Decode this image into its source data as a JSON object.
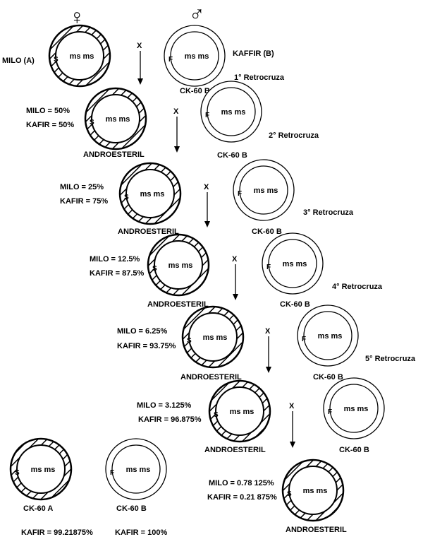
{
  "symbols": {
    "female": "♀",
    "male": "♂"
  },
  "cross": "X",
  "genotype": "ms ms",
  "cytoplasm": {
    "sterile": "S",
    "fertile": "F"
  },
  "parents": {
    "a_label": "MILO (A)",
    "b_label": "KAFFIR (B)",
    "b_name": "CK-60  B"
  },
  "labels": {
    "androsterile": "ANDROESTERIL",
    "ck60b": "CK-60  B"
  },
  "generations": [
    {
      "backcross": "1° Retrocruza",
      "milo": "MILO = 50%",
      "kafir": "KAFIR = 50%"
    },
    {
      "backcross": "2° Retrocruza",
      "milo": "MILO = 25%",
      "kafir": "KAFIR = 75%"
    },
    {
      "backcross": "3° Retrocruza",
      "milo": "MILO = 12.5%",
      "kafir": "KAFIR = 87.5%"
    },
    {
      "backcross": "4° Retrocruza",
      "milo": "MILO = 6.25%",
      "kafir": "KAFIR = 93.75%"
    },
    {
      "backcross": "5° Retrocruza",
      "milo": "MILO = 3.125%",
      "kafir": "KAFIR = 96.875%"
    },
    {
      "backcross": "",
      "milo": "MILO = 0.78 125%",
      "kafir": "KAFIR = 0.21 875%"
    }
  ],
  "final": {
    "a_name": "CK-60  A",
    "b_name": "CK-60  B",
    "a_kafir": "KAFIR = 99.21875%",
    "b_kafir": "KAFIR = 100%"
  }
}
